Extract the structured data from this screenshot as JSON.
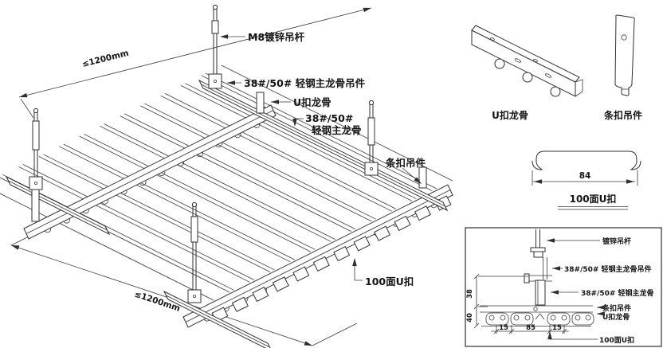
{
  "colors": {
    "line": "#2f2f2f",
    "text": "#141414",
    "bg": "#ffffff"
  },
  "main_view": {
    "labels": {
      "rod": "M8镀锌吊杆",
      "keel_hanger": "38#/50# 轻钢主龙骨吊件",
      "u_keel": "U扣龙骨",
      "main_keel_l1": "38#/50#",
      "main_keel_l2": "轻钢主龙骨",
      "strip_hanger": "条扣吊件",
      "panel": "100面U扣",
      "dim_top": "≤1200mm",
      "dim_bottom": "≤1200mm"
    }
  },
  "details": {
    "u_keel_caption": "U扣龙骨",
    "strip_hanger_caption": "条扣吊件",
    "profile": {
      "width_dim": "84",
      "caption": "100面U扣"
    }
  },
  "section": {
    "labels": {
      "rod": "镀锌吊杆",
      "keel_hanger": "38#/50# 轻钢主龙骨吊件",
      "main_keel": "38#/50# 轻钢主龙骨",
      "strip_hanger": "条扣吊件",
      "u_keel": "U扣龙骨",
      "panel": "100面U扣"
    },
    "dims": {
      "v38": "38",
      "v40": "40",
      "h15a": "15",
      "h85": "85",
      "h15b": "15"
    }
  }
}
